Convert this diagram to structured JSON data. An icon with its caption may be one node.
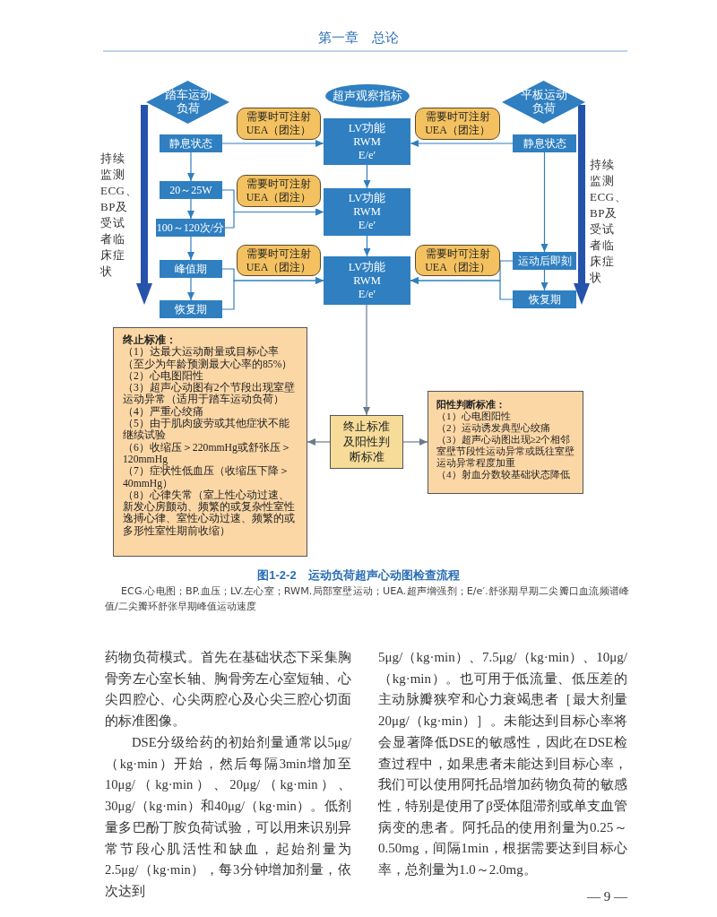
{
  "diagram": {
    "caption": "图1-2-2　运动负荷超声心动图检查流程",
    "nodes": [
      {
        "text": [
          "踏车运动负荷"
        ]
      },
      {
        "text": [
          "超声观察指标"
        ]
      },
      {
        "text": [
          "平板运动负荷"
        ]
      },
      {
        "text": [
          "需要时可注射UEA（团注）"
        ]
      },
      {
        "text": [
          "LV功能 RWM E/e′"
        ]
      },
      {
        "text": [
          "需要时可注射UEA（团注）"
        ]
      },
      {
        "text": [
          "静息状态"
        ]
      },
      {
        "text": [
          "静息状态"
        ]
      },
      {
        "text": [
          "20～25W"
        ]
      },
      {
        "text": [
          "需要时可注射UEA（团注）"
        ]
      },
      {
        "text": [
          "LV功能 RWM E/e′"
        ]
      },
      {
        "text": [
          "100～120次/分"
        ]
      },
      {
        "text": [
          "运动后即刻"
        ]
      },
      {
        "text": [
          "峰值期"
        ]
      },
      {
        "text": [
          "需要时可注射UEA（团注）"
        ]
      },
      {
        "text": [
          "LV功能 RWM E/e′"
        ]
      },
      {
        "text": [
          "需要时可注射UEA（团注）"
        ]
      },
      {
        "text": [
          "恢复期"
        ]
      },
      {
        "text": [
          "恢复期"
        ]
      },
      {
        "text": [
          "终止标准：",
          "（1）达最大运动耐量或目标心率（至少为年龄预测最大心率的85%）",
          "（2）心电图阳性",
          "（3）超声心动图有2个节段出现室壁运动异常（适用于踏车运动负荷）",
          "（4）严重心绞痛",
          "（5）由于肌肉疲劳或其他症状不能继续试验",
          "（6）收缩压＞220mmHg或舒张压＞120mmHg",
          "（7）症状性低血压（收缩压下降＞40mmHg）",
          "（8）心律失常（室上性心动过速、新发心房颤动、频繁的或复杂性室性逸搏心律、室性心动过速、频繁的或多形性室性期前收缩）"
        ]
      },
      {
        "text": [
          "终止标准及阳性判断标准"
        ]
      },
      {
        "text": [
          "阳性判断标准：",
          "（1）心电图阳性",
          "（2）运动诱发典型心绞痛",
          "（3）超声心动图出现≥2个相邻室壁节段性运动异常或既往室壁运动异常程度加重",
          "（4）射血分数较基础状态降低"
        ]
      }
    ],
    "edges": [
      {
        "from": 6,
        "to": 4,
        "arrow": "to"
      },
      {
        "from": 7,
        "to": 4,
        "arrow": "to"
      },
      {
        "from": 6,
        "to": 8,
        "arrow": "to"
      },
      {
        "from": 8,
        "to": 11,
        "arrow": "to"
      },
      {
        "from": 11,
        "to": 13,
        "arrow": "to"
      },
      {
        "from": 13,
        "to": 17,
        "arrow": "to"
      },
      {
        "from": 8,
        "to": 10,
        "arrow": "to"
      },
      {
        "from": 11,
        "to": 10,
        "arrow": "to"
      },
      {
        "from": 13,
        "to": 15,
        "arrow": "to"
      },
      {
        "from": 17,
        "to": 15,
        "arrow": "to"
      },
      {
        "from": 7,
        "to": 12,
        "arrow": "to"
      },
      {
        "from": 12,
        "to": 18,
        "arrow": "to"
      },
      {
        "from": 12,
        "to": 15,
        "arrow": "to"
      },
      {
        "from": 18,
        "to": 15,
        "arrow": "to"
      },
      {
        "from": 4,
        "to": 10,
        "arrow": "to"
      },
      {
        "from": 10,
        "to": 15,
        "arrow": "to"
      },
      {
        "from": 15,
        "to": 20,
        "arrow": "to",
        "color": "#6b7b8c"
      },
      {
        "from": 20,
        "to": 19,
        "arrow": "to",
        "color": "#6b7b8c"
      },
      {
        "from": 20,
        "to": 21,
        "arrow": "to",
        "color": "#6b7b8c"
      }
    ],
    "labels": [
      "第一章　总论",
      "持续监测ECG、BP及受试者临床症状",
      "持续监测ECG、BP及受试者临床症状",
      "ECG.心电图；BP.血压；LV.左心室；RWM.局部室壁运动；UEA.超声增强剂；E/e′.舒张期早期二尖瓣口血流频谱峰值/二尖瓣环舒张早期峰值运动速度",
      "药物负荷模式。首先在基础状态下采集胸骨旁左心室长轴、胸骨旁左心室短轴、心尖四腔心、心尖两腔心及心尖三腔心切面的标准图像。",
      "DSE分级给药的初始剂量通常以5μg/（kg·min）开始，然后每隔3min增加至10μg/（kg·min）、20μg/（kg·min）、30μg/（kg·min）和40μg/（kg·min）。低剂量多巴酚丁胺负荷试验，可以用来识别异常节段心肌活性和缺血，起始剂量为2.5μg/（kg·min），每3分钟增加剂量，依次达到",
      "5μg/（kg·min）、7.5μg/（kg·min）、10μg/（kg·min）。也可用于低流量、低压差的主动脉瓣狭窄和心力衰竭患者［最大剂量20μg/（kg·min）］。未能达到目标心率将会显著降低DSE的敏感性，因此在DSE检查过程中，如果患者未能达到目标心率，我们可以使用阿托品增加药物负荷的敏感性，特别是使用了β受体阻滞剂或单支血管病变的患者。阿托品的使用剂量为0.25～0.50mg，间隔1min，根据需要达到目标心率，总剂量为1.0～2.0mg。",
      "— 9 —"
    ]
  }
}
